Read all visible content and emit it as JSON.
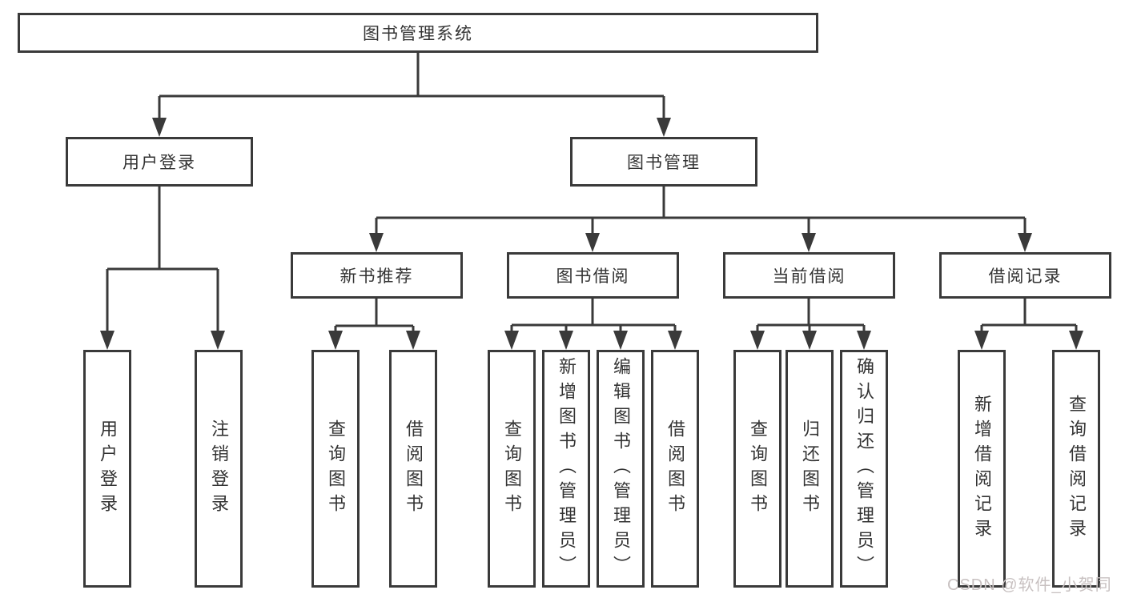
{
  "diagram": {
    "root": {
      "label": "图书管理系统"
    },
    "branches": [
      {
        "label": "用户登录",
        "children": [
          {
            "label": "用户登录"
          },
          {
            "label": "注销登录"
          }
        ]
      },
      {
        "label": "图书管理",
        "children": [
          {
            "label": "新书推荐",
            "children": [
              {
                "label": "查询图书"
              },
              {
                "label": "借阅图书"
              }
            ]
          },
          {
            "label": "图书借阅",
            "children": [
              {
                "label": "查询图书"
              },
              {
                "label": "新增图书（管理员）"
              },
              {
                "label": "编辑图书（管理员）"
              },
              {
                "label": "借阅图书"
              }
            ]
          },
          {
            "label": "当前借阅",
            "children": [
              {
                "label": "查询图书"
              },
              {
                "label": "归还图书"
              },
              {
                "label": "确认归还（管理员）"
              }
            ]
          },
          {
            "label": "借阅记录",
            "children": [
              {
                "label": "新增借阅记录"
              },
              {
                "label": "查询借阅记录"
              }
            ]
          }
        ]
      }
    ]
  },
  "watermark": {
    "text": "CSDN @软件_小贺同学"
  },
  "colors": {
    "line": "#3a3a3a",
    "text": "#333333",
    "watermark": "#c8c1c1",
    "background": "#ffffff"
  }
}
